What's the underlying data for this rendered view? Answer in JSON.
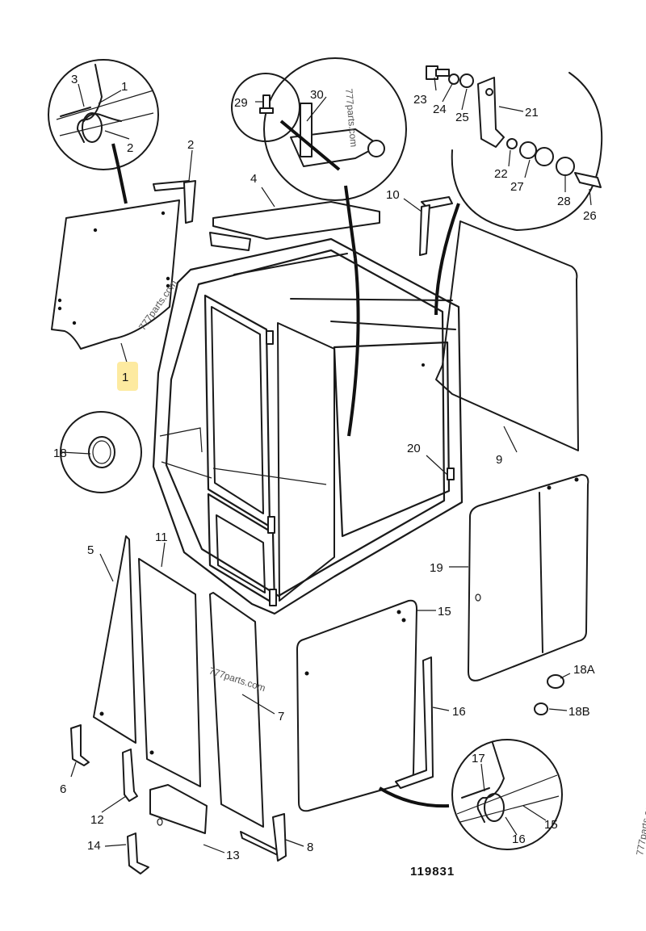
{
  "drawing_number": "119831",
  "highlight_color": "#fdeaa0",
  "watermarks": [
    "777parts.com",
    "777parts.com",
    "777parts.com",
    "777parts.com"
  ],
  "callouts": [
    {
      "id": "c1",
      "text": "1"
    },
    {
      "id": "c1b",
      "text": "1"
    },
    {
      "id": "c2",
      "text": "2"
    },
    {
      "id": "c2b",
      "text": "2"
    },
    {
      "id": "c3",
      "text": "3"
    },
    {
      "id": "c4",
      "text": "4"
    },
    {
      "id": "c5",
      "text": "5"
    },
    {
      "id": "c6",
      "text": "6"
    },
    {
      "id": "c7",
      "text": "7"
    },
    {
      "id": "c8",
      "text": "8"
    },
    {
      "id": "c9",
      "text": "9"
    },
    {
      "id": "c10",
      "text": "10"
    },
    {
      "id": "c11",
      "text": "11"
    },
    {
      "id": "c12",
      "text": "12"
    },
    {
      "id": "c13",
      "text": "13"
    },
    {
      "id": "c14",
      "text": "14"
    },
    {
      "id": "c15",
      "text": "15"
    },
    {
      "id": "c15b",
      "text": "15"
    },
    {
      "id": "c16",
      "text": "16"
    },
    {
      "id": "c16b",
      "text": "16"
    },
    {
      "id": "c17",
      "text": "17"
    },
    {
      "id": "c18",
      "text": "18"
    },
    {
      "id": "c18a",
      "text": "18A"
    },
    {
      "id": "c18b",
      "text": "18B"
    },
    {
      "id": "c19",
      "text": "19"
    },
    {
      "id": "c20",
      "text": "20"
    },
    {
      "id": "c21",
      "text": "21"
    },
    {
      "id": "c22",
      "text": "22"
    },
    {
      "id": "c23",
      "text": "23"
    },
    {
      "id": "c24",
      "text": "24"
    },
    {
      "id": "c25",
      "text": "25"
    },
    {
      "id": "c26",
      "text": "26"
    },
    {
      "id": "c27",
      "text": "27"
    },
    {
      "id": "c28",
      "text": "28"
    },
    {
      "id": "c29",
      "text": "29"
    },
    {
      "id": "c30",
      "text": "30"
    }
  ]
}
